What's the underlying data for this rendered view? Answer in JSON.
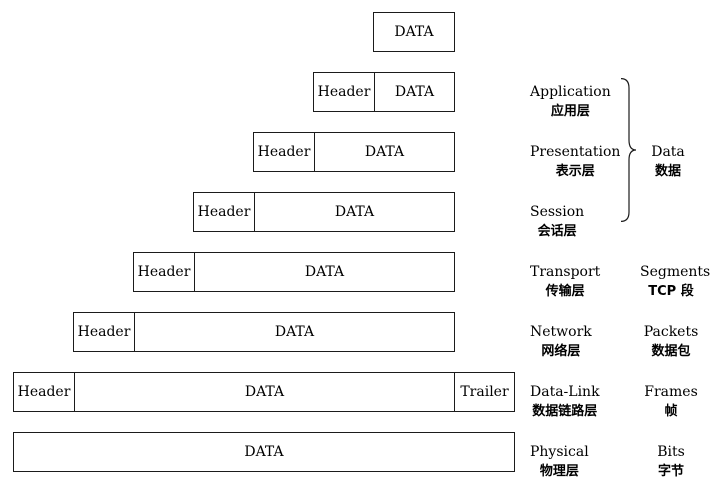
{
  "diagram": {
    "layers": [
      {
        "data": "DATA"
      },
      {
        "header": "Header",
        "data": "DATA",
        "name_en": "Application",
        "name_zh": "应用层"
      },
      {
        "header": "Header",
        "data": "DATA",
        "name_en": "Presentation",
        "name_zh": "表示层"
      },
      {
        "header": "Header",
        "data": "DATA",
        "name_en": "Session",
        "name_zh": "会话层"
      },
      {
        "header": "Header",
        "data": "DATA",
        "name_en": "Transport",
        "name_zh": "传输层",
        "pdu_en": "Segments",
        "pdu_zh": "TCP 段"
      },
      {
        "header": "Header",
        "data": "DATA",
        "name_en": "Network",
        "name_zh": "网络层",
        "pdu_en": "Packets",
        "pdu_zh": "数据包"
      },
      {
        "header": "Header",
        "data": "DATA",
        "trailer": "Trailer",
        "name_en": "Data-Link",
        "name_zh": "数据链路层",
        "pdu_en": "Frames",
        "pdu_zh": "帧"
      },
      {
        "data": "DATA",
        "name_en": "Physical",
        "name_zh": "物理层",
        "pdu_en": "Bits",
        "pdu_zh": "字节"
      }
    ],
    "group": {
      "en": "Data",
      "zh": "数据"
    },
    "colors": {
      "line": "#1b1b1b",
      "background": "#ffffff",
      "text": "#000000"
    }
  }
}
